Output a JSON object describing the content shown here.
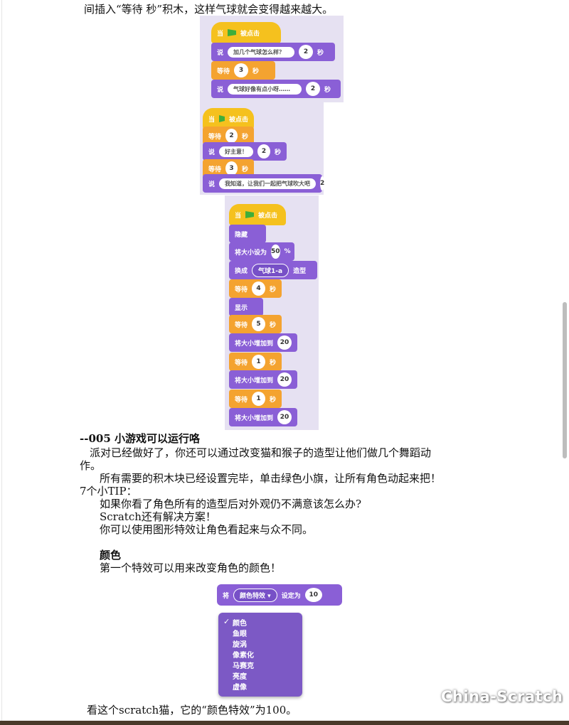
{
  "text": {
    "line_top": "间插入“等待   秒”积木，这样气球就会变得越来越大。",
    "heading": "--005 小游戏可以运行咯",
    "p1a": "派对已经做好了，你还可以通过改变猫和猴子的造型让他们做几个舞蹈动",
    "p1b": "作。",
    "p2": "所有需要的积木块已经设置完毕，单击绿色小旗，让所有角色动起来把！",
    "p3": "7个小TIP：",
    "p4": "如果你看了角色所有的造型后对外观仍不满意该怎么办?",
    "p5": "Scratch还有解决方案！",
    "p6": "你可以使用图形特效让角色看起来与众不同。",
    "p7": "颜色",
    "p8": "第一个特效可以用来改变角色的颜色！",
    "p9": "看这个scratch猫，它的“颜色特效”为100。"
  },
  "script1": {
    "hat_when": "当",
    "hat_clicked": "被点击",
    "say1": "说",
    "say1_text": "加几个气球怎么样？",
    "say1_secs": "2",
    "secs": "秒",
    "wait1": "等待",
    "wait1_val": "3",
    "say2": "说",
    "say2_text": "气球好像有点小呀……",
    "say2_secs": "2"
  },
  "script2": {
    "hat_when": "当",
    "hat_clicked": "被点击",
    "wait1": "等待",
    "wait1_val": "2",
    "secs": "秒",
    "say1": "说",
    "say1_text": "好主意！",
    "say1_secs": "2",
    "wait2": "等待",
    "wait2_val": "3",
    "say2": "说",
    "say2_text": "我知道，让我们一起把气球吹大吧",
    "say2_secs": "2"
  },
  "script3": {
    "hat_when": "当",
    "hat_clicked": "被点击",
    "hide": "隐藏",
    "size_set": "将大小设为",
    "size_val": "50",
    "percent": "%",
    "switch": "换成",
    "costume": "气球1-a",
    "costume_label": "造型",
    "wait1": "等待",
    "wait1_val": "4",
    "secs": "秒",
    "show": "显示",
    "wait2": "等待",
    "wait2_val": "5",
    "grow1": "将大小增加到",
    "grow1_val": "20",
    "wait3": "等待",
    "wait3_val": "1",
    "grow2": "将大小增加到",
    "grow2_val": "20",
    "wait4": "等待",
    "wait4_val": "1",
    "grow3": "将大小增加到",
    "grow3_val": "20"
  },
  "effect_block": {
    "set": "将",
    "effect": "颜色特效",
    "set_to": "设定为",
    "value": "10"
  },
  "effect_menu": {
    "checkmark": "✓",
    "items": [
      "颜色",
      "鱼眼",
      "旋涡",
      "像素化",
      "马赛克",
      "亮度",
      "虚像"
    ]
  },
  "watermark": "China-Scratch"
}
